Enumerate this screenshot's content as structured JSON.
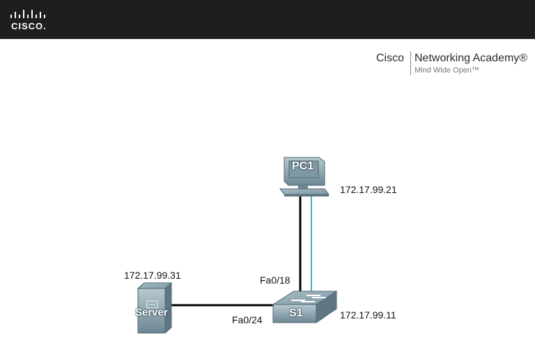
{
  "header": {
    "brand_word": "CISCO."
  },
  "academy": {
    "left": "Cisco",
    "title": "Networking Academy®",
    "tagline": "Mind Wide Open™"
  },
  "devices": {
    "pc1": {
      "label": "PC1",
      "ip": "172.17.99.21"
    },
    "s1": {
      "label": "S1",
      "ip": "172.17.99.11"
    },
    "server": {
      "label": "Server",
      "ip": "172.17.99.31"
    }
  },
  "ports": {
    "s1_to_pc": "Fa0/18",
    "s1_to_server": "Fa0/24"
  },
  "colors": {
    "header_bg": "#1e1e1e",
    "ethernet_link": "#000000",
    "console_link": "#29b6d8",
    "device_fill": "#8fa7b3"
  }
}
